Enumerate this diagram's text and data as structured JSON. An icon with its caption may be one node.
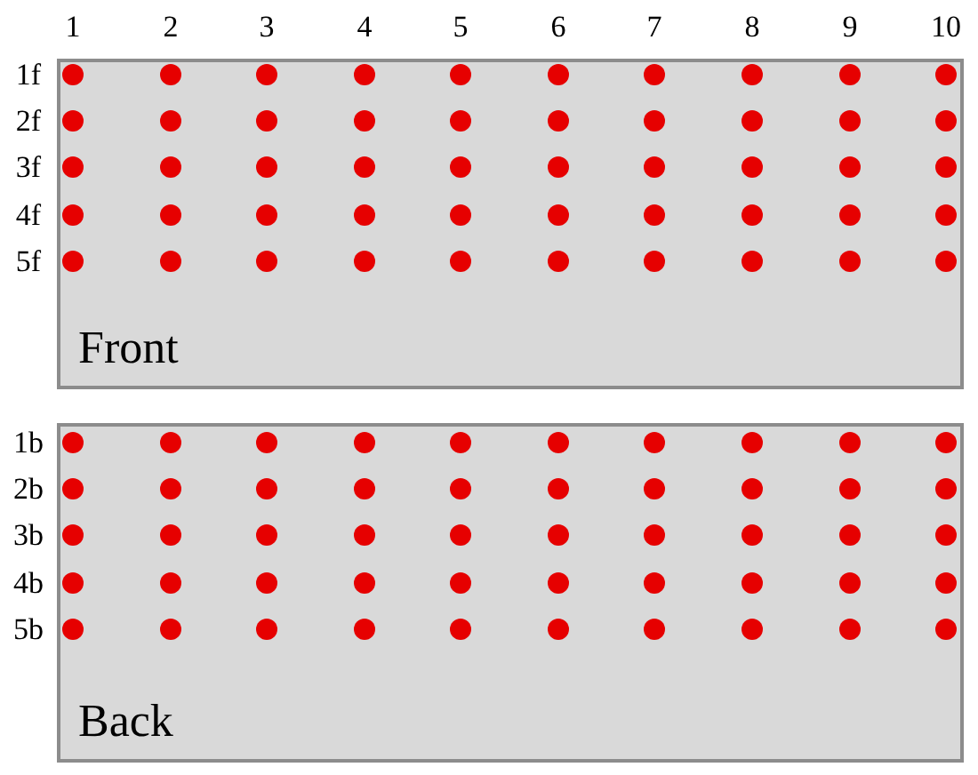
{
  "diagram": {
    "nodes": [
      {
        "text": [
          "Front"
        ]
      },
      {
        "text": [
          "Back"
        ]
      }
    ],
    "labels": [
      "1",
      "2",
      "3",
      "4",
      "5",
      "6",
      "7",
      "8",
      "9",
      "10",
      "1f",
      "2f",
      "3f",
      "4f",
      "5f",
      "1b",
      "2b",
      "3b",
      "4b",
      "5b"
    ]
  }
}
